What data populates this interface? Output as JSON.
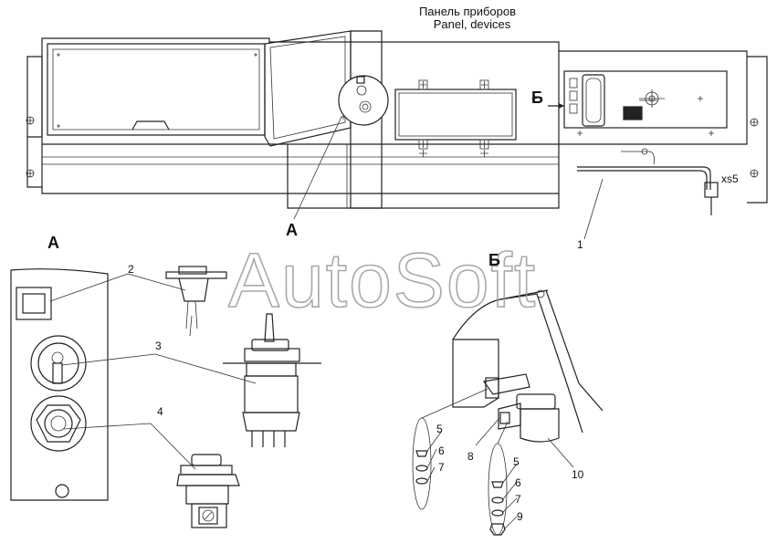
{
  "title": {
    "ru": "Панель приборов",
    "en": "Panel, devices"
  },
  "view_labels": {
    "a_top": "А",
    "b_top": "Б",
    "a_detail": "А",
    "b_detail": "Б"
  },
  "connector_label": "xs5",
  "callouts": {
    "c1": "1",
    "c2": "2",
    "c3": "3",
    "c4": "4",
    "c5a": "5",
    "c6a": "6",
    "c7a": "7",
    "c8": "8",
    "c5b": "5",
    "c6b": "6",
    "c7b": "7",
    "c9": "9",
    "c10": "10"
  },
  "watermark": "AutoSoft"
}
